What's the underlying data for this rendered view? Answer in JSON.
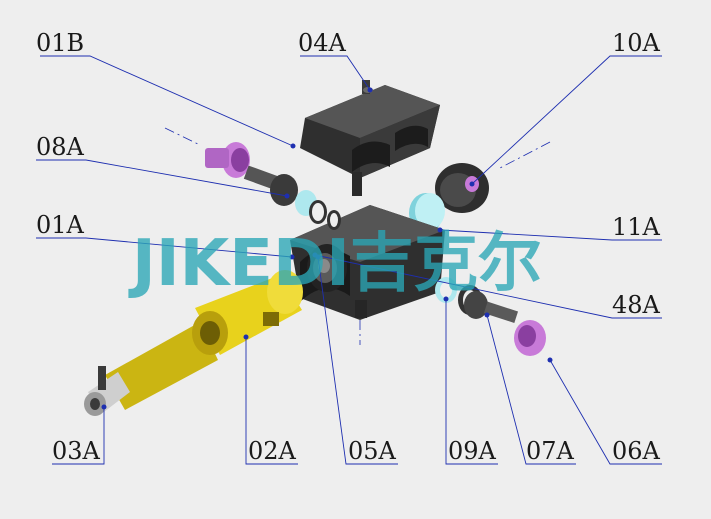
{
  "title": "",
  "watermark": "JIKEDI吉克尔",
  "callouts": [
    {
      "id": "01B"
    },
    {
      "id": "04A"
    },
    {
      "id": "10A"
    },
    {
      "id": "08A"
    },
    {
      "id": "01A"
    },
    {
      "id": "11A"
    },
    {
      "id": "48A"
    },
    {
      "id": "03A"
    },
    {
      "id": "02A"
    },
    {
      "id": "05A"
    },
    {
      "id": "09A"
    },
    {
      "id": "07A"
    },
    {
      "id": "06A"
    }
  ],
  "colors": {
    "background": "#eeeeee",
    "housing": "#3b3b3b",
    "leader": "#1e2fb0",
    "arm_yellow": "#e8d21c",
    "ring_magenta": "#c87ad8",
    "lens_cyan": "#aee8ee",
    "watermark": "#2aa6b6"
  }
}
